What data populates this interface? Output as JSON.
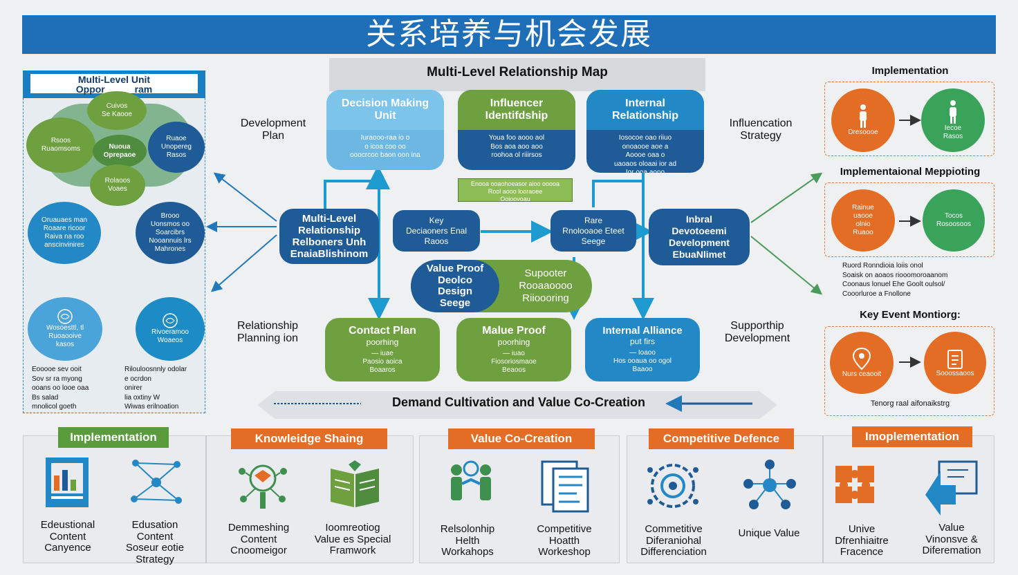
{
  "banner": {
    "title": "关系培养与机会发展"
  },
  "map": {
    "title": "Multi-Level Relationship Map"
  },
  "left_panel": {
    "title_line1": "Multi-Level Unit",
    "title_line2": "Oppor___ __ram",
    "nodes": {
      "top": "Cuivos\nSe Kaooe",
      "left": "Rsoos\nRuaomsoms",
      "center": "Nuoua\nOprepaoe",
      "right": "Ruaoe\nUnopereg\nRasos",
      "bottom": "Rolaoos\nVoaes",
      "mid_left": "Oruauaes man\nRoaare ricoor\nRaiva na roo\nanscinvinires",
      "mid_right": "Brooo\nUonsmos oo\nSoarcibrs\nNooannuis lrs\nMahrones",
      "low_left": "Wosoesttl, tl\nRuoaooive\nkasos",
      "low_right": "Rivoeramoo\nWoaeos"
    },
    "bullets_left": [
      "Eooooe sev ooit",
      "Sov sr ra myong",
      "ooans oo looe oaa",
      "Bs salad",
      "mnolicol goeth"
    ],
    "bullets_right": [
      "Rilouloosnnly odolar",
      "e ocrdon",
      "onirer",
      "lia oxtiny W",
      "Wiwas erilnoation"
    ]
  },
  "labels": {
    "development_plan": "Development\nPlan",
    "relationship_planning": "Relationship\nPlanning ion",
    "influencation_strategy": "Influencation\nStrategy",
    "supporthip_development": "Supporthip\nDevelopment"
  },
  "top_cards": [
    {
      "title": "Decision Making\nUnit",
      "body": "Iuraooo-raa io o\no icoa coo oo\nooocrcoo baon oon ina"
    },
    {
      "title": "Influencer\nIdentifdship",
      "body": "Youa foo aooo aol\nBos aoa aoo aoo\nroohoa ol riiirsos"
    },
    {
      "title": "Internal\nRelationship",
      "body": "Iosocoe oao riiuo\nonoaooe aoe a\nAoooe oaa o\nuaoaos oloaai ior ad\nIor ooa aooo"
    }
  ],
  "green_strip": "Enooa ooaohoeasor aioo ooooa\nRool aooo looraoee\nOoioovoau",
  "mid_nodes": {
    "multi_level": "Multi-Level\nRelationship\nRelboners Unh\nEnaiaBlishinom",
    "key": "Key\nDeciaoners Enal\nRaoos",
    "rare": "Rare\nRnolooaoe Eteet\nSeege",
    "internal": "Inbral\nDevotoeemi\nDevelopment\nEbuaNlimet",
    "value_proof_design": "Value Proof\nDeolco\nDesign\nSeege",
    "supporter": "Supooter\nRooaaoooo\nRiioooring"
  },
  "bottom_cards": [
    {
      "title": "Contact Plan",
      "sub": "poorhing",
      "body": "— iuae\nPaosio aoica\nBoaaros"
    },
    {
      "title": "Malue Proof",
      "sub": "poorhing",
      "body": "— iuao\nFiosoriosmaoe\nBeaoos"
    },
    {
      "title": "Internal Alliance",
      "sub": "put firs",
      "body": "— Ioaoo\nHos ooaua oo ogol\nBaaoo"
    }
  ],
  "demand": {
    "label": "Demand Cultivation and Value Co-Creation"
  },
  "right_panel": {
    "implementation": "Implementation",
    "impl_circle_1": "Dresoooe",
    "impl_circle_2": "Iecoe\nRasos",
    "mapping": "Implementaional Meppioting",
    "map_circle_1": "Rainue\nuaooe\nolnio\nRuaoo",
    "map_circle_2": "Tocos\nRosoosoos",
    "mapping_bullets": [
      "Ruord Ronndioia loiis onol",
      "Soaisk on aoaos riooomoroaanom",
      "Coonaus lonuel Ehe Goolt oulsol/",
      "Cooorluroe a Fnollone"
    ],
    "key_event": "Key Event Montiorg:",
    "key_circle_1": "Nurs ceaooit",
    "key_circle_2": "Sooossaoos",
    "key_footer": "Tenorg raal aifonaikstrg"
  },
  "bottom_tags": [
    "Implementation",
    "Knowleidge Shaing",
    "Value Co-Creation",
    "Competitive Defence",
    "Imoplementation"
  ],
  "bottom_items": [
    "Edeustional\nContent\nCanyence",
    "Edusation\nContent\nSoseur eotie\nStrategy",
    "Demmeshing\nContent\nCnoomeigor",
    "Ioomreotiog\nValue es Special\nFramwork",
    "Relsolonhip\nHelth\nWorkahops",
    "Competitive\nHoatth\nWorkeshop",
    "Commetitive\nDiferaniohal\nDifferenciation",
    "Unique Value",
    "Unive\nDfrenhiaitre\nFracence",
    "Value\nVinonsve &\nDiferemation"
  ],
  "colors": {
    "banner": "#1f6fb8",
    "navy": "#1f5c97",
    "sky": "#6db8e2",
    "green": "#6ea03f",
    "teal": "#2796c9",
    "orange": "#e46d25",
    "deep_green": "#3aa35a"
  }
}
